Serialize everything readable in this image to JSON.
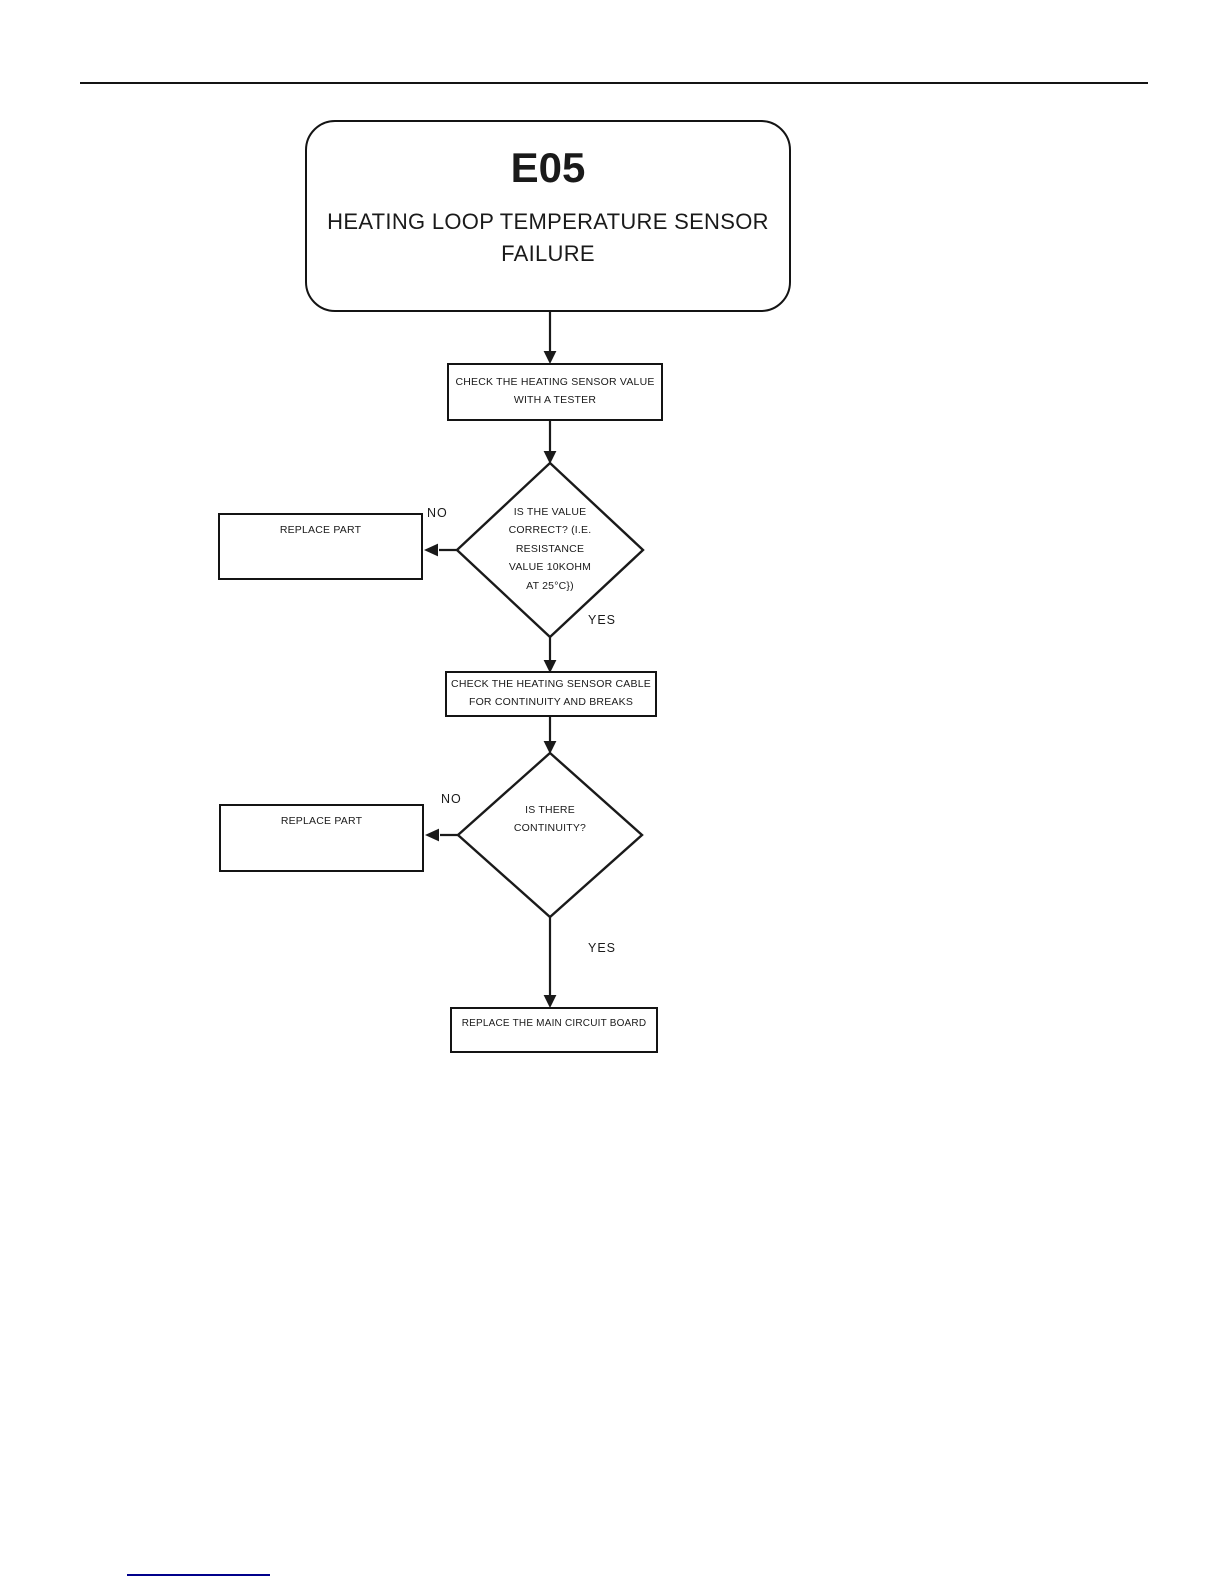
{
  "colors": {
    "ink": "#1a1a1a",
    "footer_link_underline": "#00008b"
  },
  "flowchart": {
    "start": {
      "code": "E05",
      "subtitle": "HEATING LOOP TEMPERATURE SENSOR\nFAILURE"
    },
    "steps": {
      "check_sensor_value": "CHECK THE HEATING SENSOR VALUE\nWITH A TESTER",
      "check_sensor_cable": "CHECK THE HEATING SENSOR CABLE\nFOR CONTINUITY AND BREAKS",
      "replace_part_1": "REPLACE PART",
      "replace_part_2": "REPLACE PART",
      "replace_main_board": "REPLACE THE MAIN CIRCUIT BOARD"
    },
    "decisions": {
      "value_correct": "IS THE VALUE\nCORRECT? (I.E.\nRESISTANCE\nVALUE 10KOHM\nAT 25°C})",
      "continuity": "IS THERE\nCONTINUITY?"
    },
    "edge_labels": {
      "no_1": "NO",
      "yes_1": "YES",
      "no_2": "NO",
      "yes_2": "YES"
    }
  }
}
